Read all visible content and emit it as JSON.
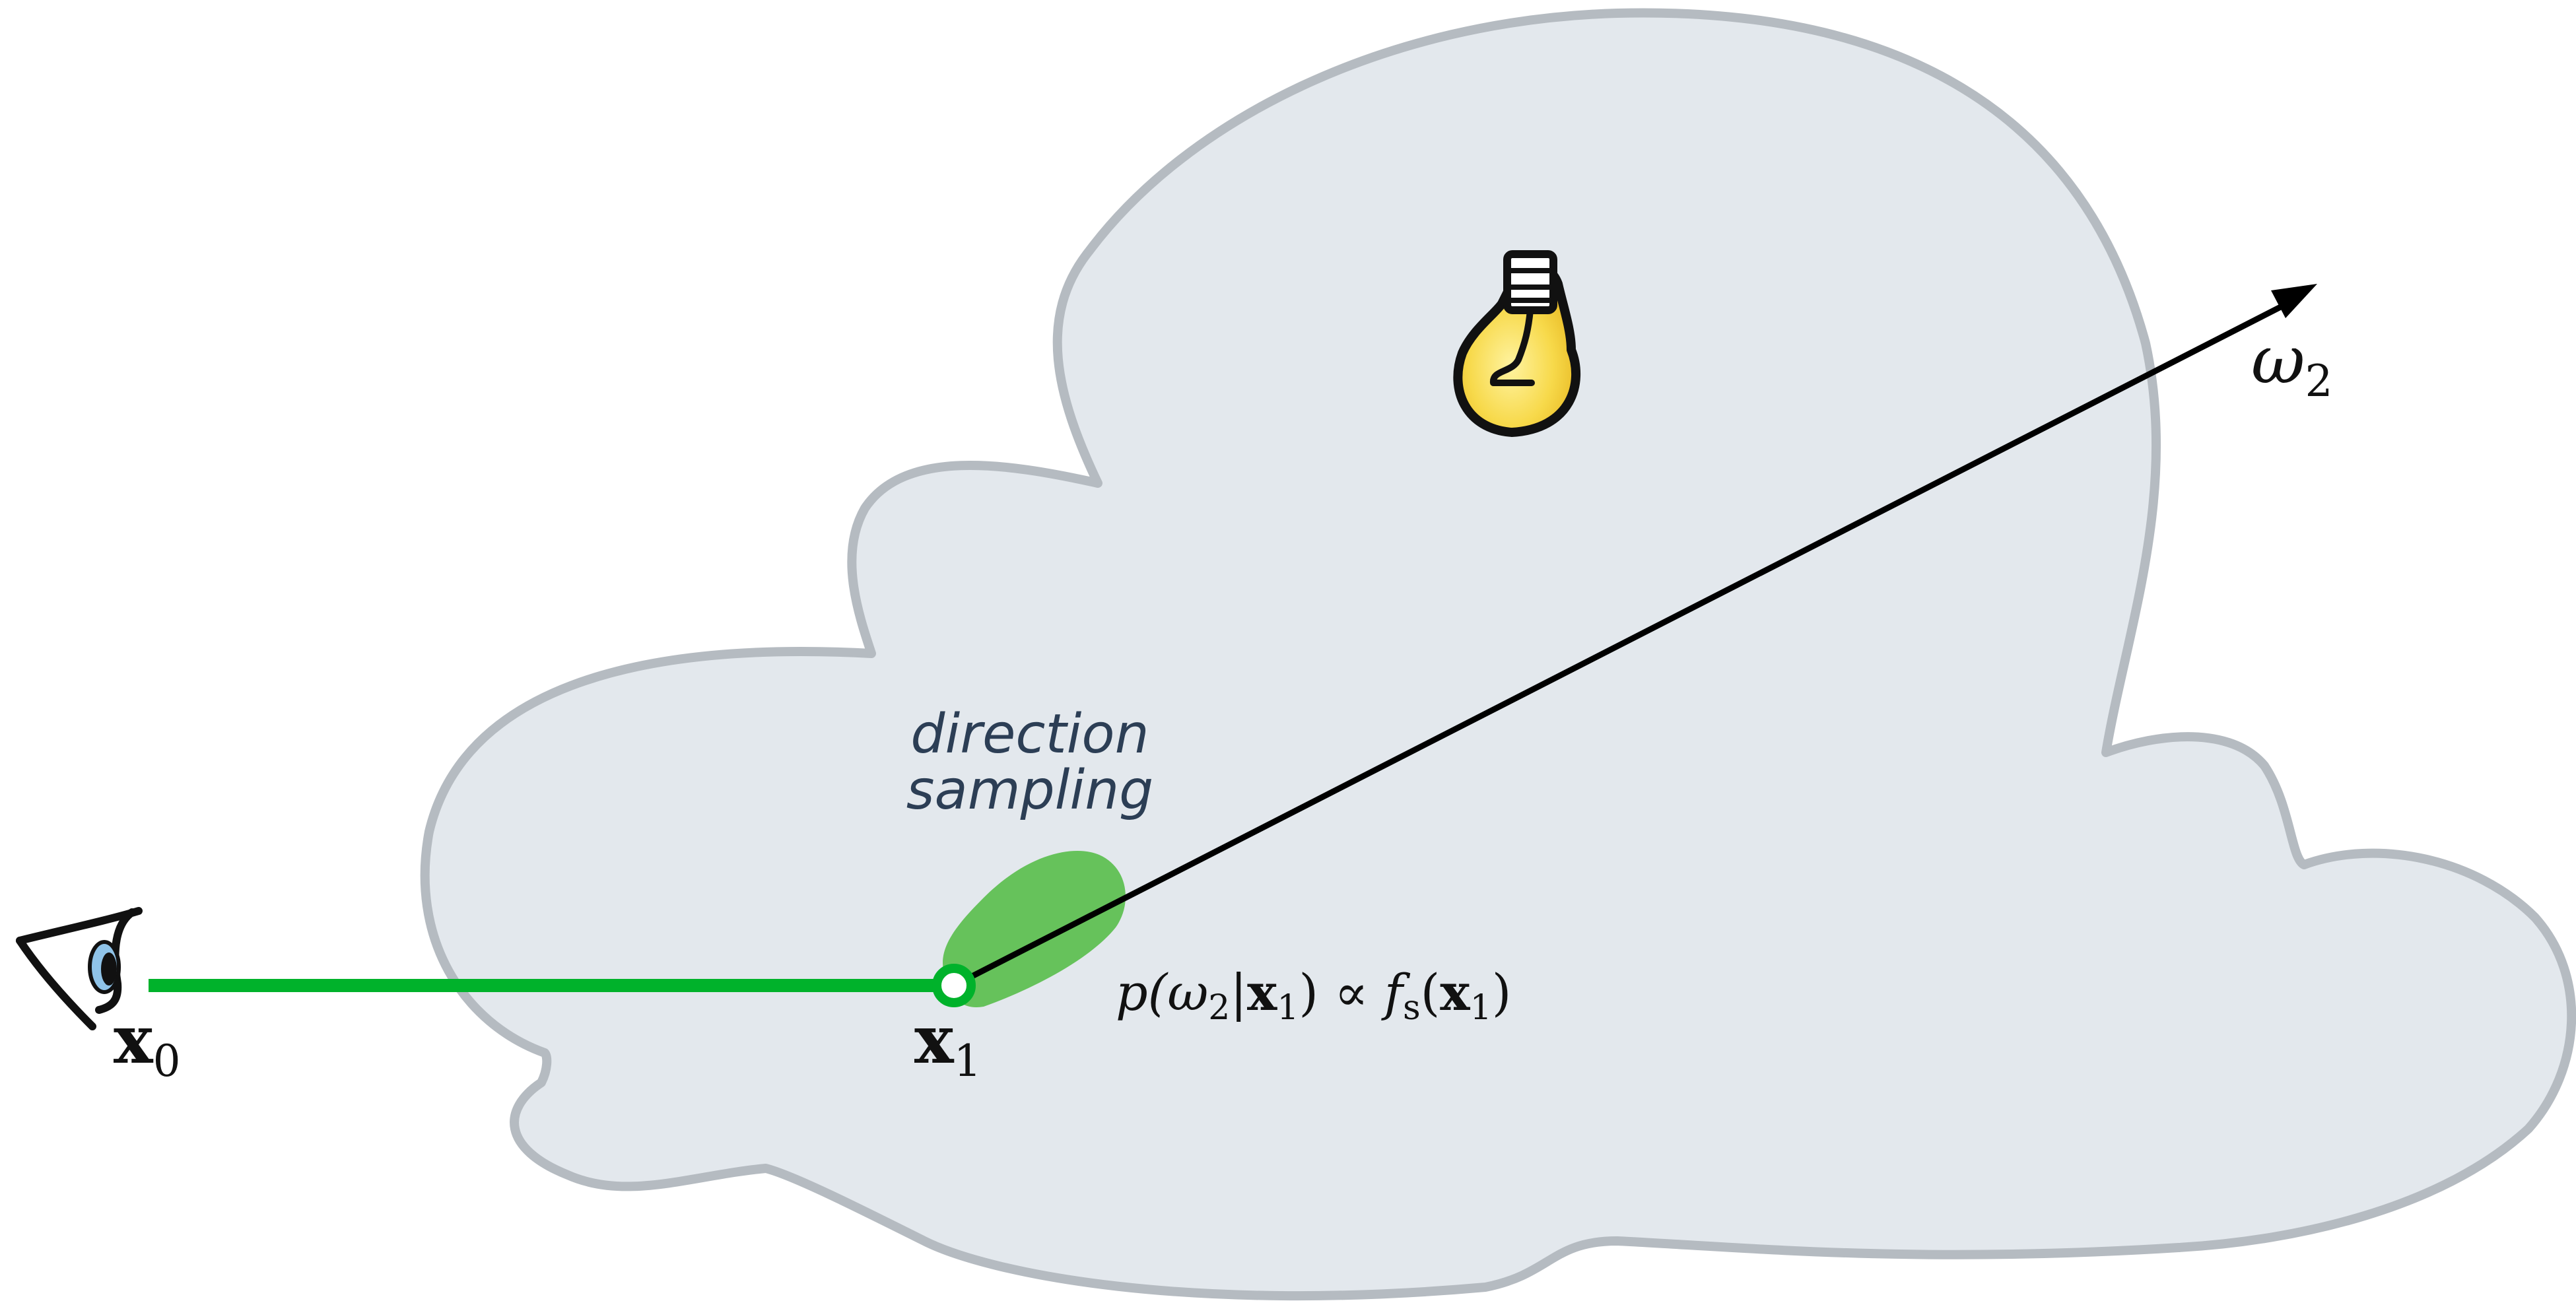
{
  "diagram": {
    "annotation": {
      "line1": "direction",
      "line2": "sampling"
    },
    "labels": {
      "x0_base": "x",
      "x0_sub": "0",
      "x1_base": "x",
      "x1_sub": "1",
      "omega2_base": "ω",
      "omega2_sub": "2"
    },
    "formula": {
      "p": "p(",
      "omega": "ω",
      "omega_sub": "2",
      "bar": "|",
      "x": "x",
      "x_sub": "1",
      "close": ") ∝ ",
      "f": "f",
      "f_sub": "s",
      "open2": "(",
      "x2": "x",
      "x2_sub": "1",
      "close2": ")"
    },
    "icons": [
      "eye-icon",
      "light-bulb-icon"
    ],
    "colors": {
      "cloud_fill": "#e3e8ed",
      "cloud_stroke": "#b5bbc1",
      "path_green": "#00b22b",
      "lobe_green": "#5fc053",
      "ray": "#000000",
      "bulb": "#f7d94a"
    }
  }
}
